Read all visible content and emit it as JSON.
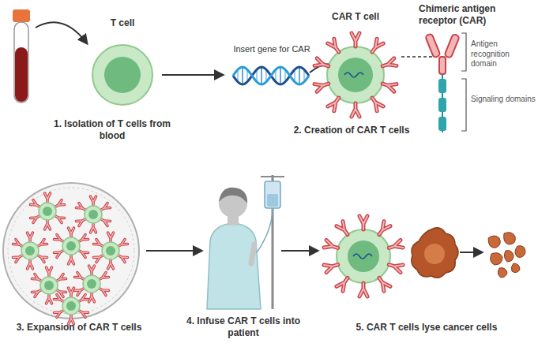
{
  "diagram": {
    "labels": [
      "T cell",
      "1. Isolation of T cells from blood",
      "Insert gene for CAR",
      "2. Creation of CAR T cells",
      "CAR T cell",
      "Chimeric antigen receptor (CAR)",
      "Antigen recognition domain",
      "Signaling domains",
      "3. Expansion of CAR T cells",
      "4. Infuse CAR T cells into patient",
      "5. CAR T cells lyse cancer cells"
    ]
  }
}
